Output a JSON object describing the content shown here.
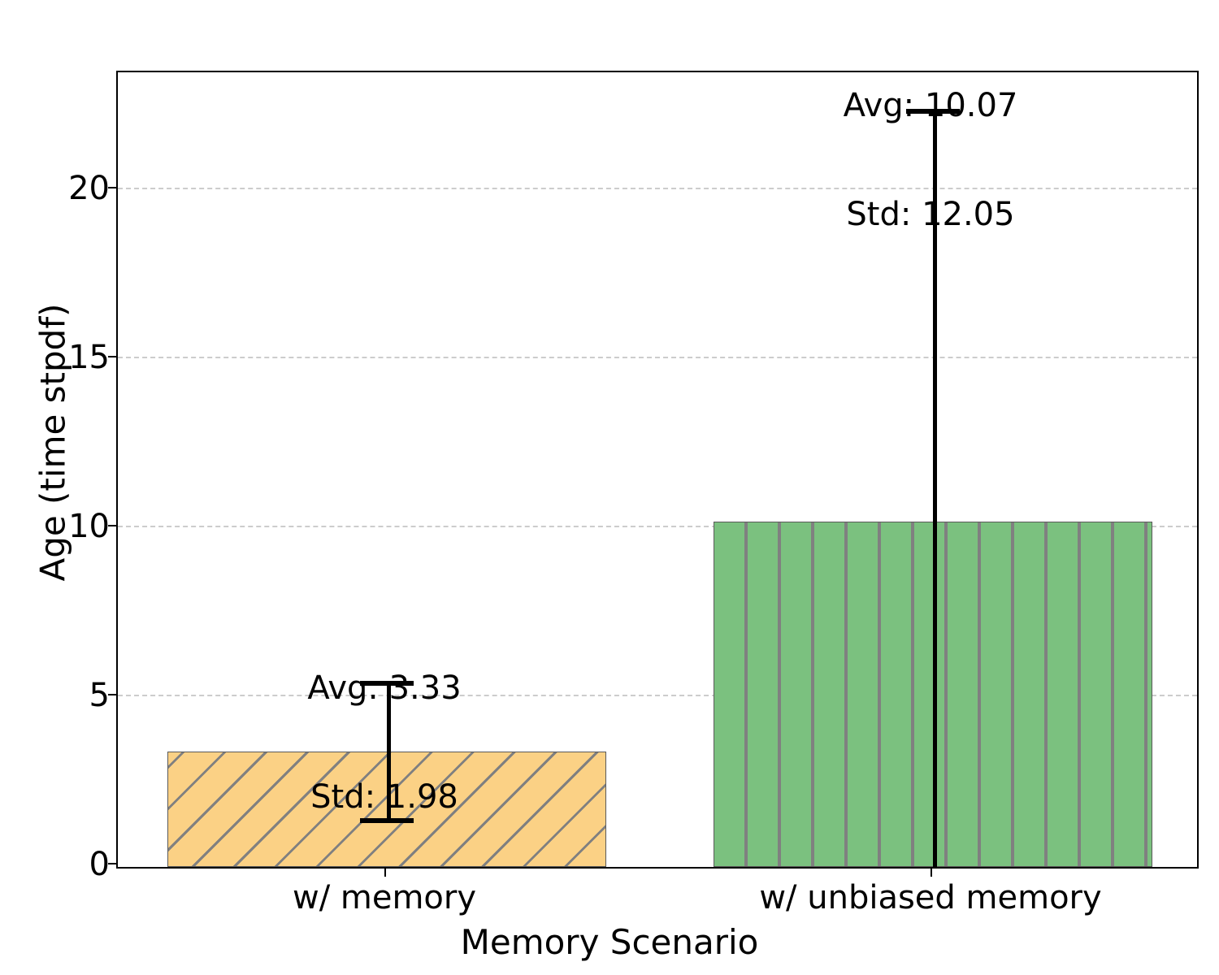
{
  "chart_data": {
    "type": "bar",
    "title": "",
    "xlabel": "Memory Scenario",
    "ylabel": "Age (time stpdf)",
    "categories": [
      "w/ memory",
      "w/ unbiased memory"
    ],
    "values": [
      3.33,
      10.07
    ],
    "errors": [
      1.98,
      12.05
    ],
    "series": [
      {
        "name": "Age (time stpdf)",
        "values": [
          3.33,
          10.07
        ],
        "errors": [
          1.98,
          12.05
        ]
      }
    ],
    "ylim": [
      0,
      23.2
    ],
    "xlim": [
      -0.5,
      1.5
    ],
    "yticks": [
      0,
      5,
      10,
      15,
      20
    ],
    "ytick_labels": [
      "0",
      "5",
      "10",
      "15",
      "20"
    ],
    "grid": "y-axis only, dashed light gray",
    "legend": "none",
    "bar_styles": [
      {
        "color": "#fbd185",
        "hatch": "diagonal",
        "edge": "#5a5a5a"
      },
      {
        "color": "#7bc17f",
        "hatch": "vertical",
        "edge": "#5a5a5a"
      }
    ],
    "annotations": [
      {
        "for": "w/ memory",
        "avg_label": "Avg: 3.33",
        "std_label": "Std: 1.98"
      },
      {
        "for": "w/ unbiased memory",
        "avg_label": "Avg: 10.07",
        "std_label": "Std: 12.05"
      }
    ],
    "colors": {
      "bar_1": "#fbd185",
      "bar_2": "#7bc17f",
      "hatch": "#808080",
      "grid": "#cccccc",
      "axis": "#000000",
      "errorbar": "#000000"
    }
  },
  "axes": {
    "ylabel": "Age (time stpdf)",
    "xlabel": "Memory Scenario",
    "ytick_labels": [
      "20",
      "15",
      "10",
      "5",
      "0"
    ],
    "xtick_labels": [
      "w/ memory",
      "w/ unbiased memory"
    ]
  },
  "annotations": {
    "bar1_avg": "Avg: 3.33",
    "bar1_std": "Std: 1.98",
    "bar2_avg": "Avg: 10.07",
    "bar2_std": "Std: 12.05"
  }
}
